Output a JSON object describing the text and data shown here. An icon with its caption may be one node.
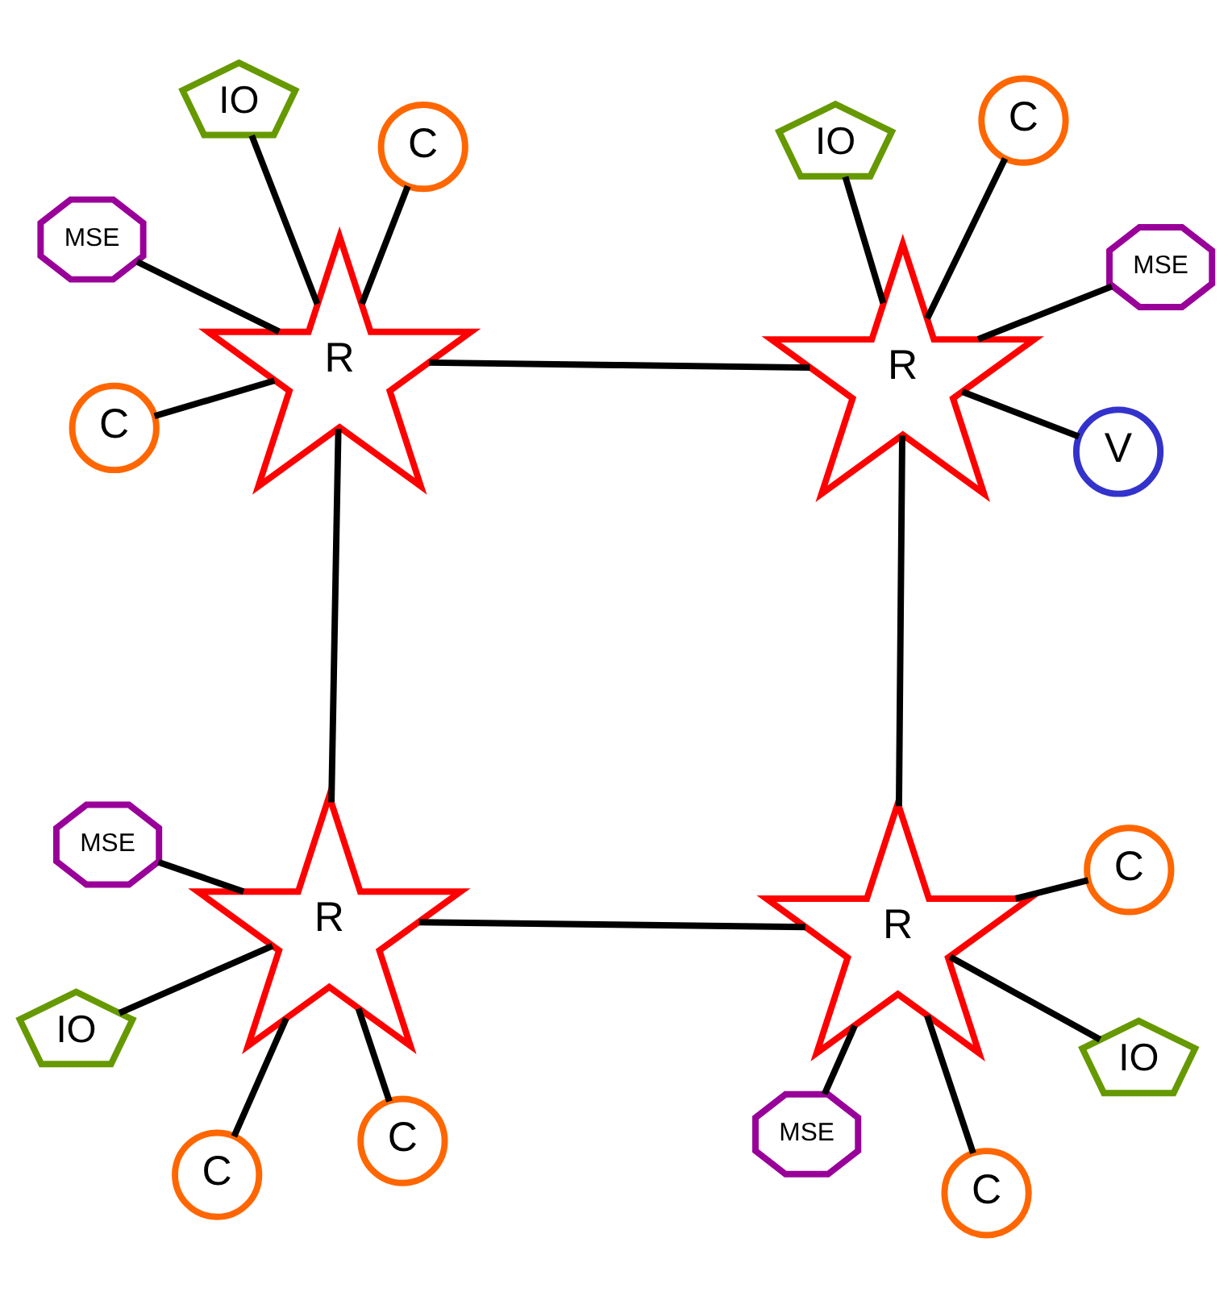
{
  "diagram": {
    "nodes": [
      {
        "text": [
          "MSE"
        ]
      },
      {
        "text": [
          "IO"
        ]
      },
      {
        "text": [
          "IO"
        ]
      },
      {
        "text": [
          "MSE"
        ]
      },
      {
        "text": [
          "C"
        ]
      },
      {
        "text": [
          "R"
        ]
      },
      {
        "text": [
          "R"
        ]
      },
      {
        "text": [
          "C"
        ]
      },
      {
        "text": [
          "C"
        ]
      },
      {
        "text": [
          "C"
        ]
      },
      {
        "text": [
          "V"
        ]
      },
      {
        "text": [
          "C"
        ]
      },
      {
        "text": [
          "C"
        ]
      },
      {
        "text": [
          "R"
        ]
      },
      {
        "text": [
          "R"
        ]
      },
      {
        "text": [
          "C"
        ]
      },
      {
        "text": [
          "MSE"
        ]
      },
      {
        "text": [
          "IO"
        ]
      },
      {
        "text": [
          "IO"
        ]
      },
      {
        "text": [
          "MSE"
        ]
      }
    ],
    "edges": [
      {
        "from": 5,
        "to": 6,
        "arrow": "none"
      },
      {
        "from": 5,
        "to": 13,
        "arrow": "none"
      },
      {
        "from": 6,
        "to": 14,
        "arrow": "none"
      },
      {
        "from": 13,
        "to": 14,
        "arrow": "none"
      },
      {
        "from": 5,
        "to": 0,
        "arrow": "none"
      },
      {
        "from": 5,
        "to": 1,
        "arrow": "none"
      },
      {
        "from": 5,
        "to": 4,
        "arrow": "none"
      },
      {
        "from": 5,
        "to": 8,
        "arrow": "none"
      },
      {
        "from": 6,
        "to": 2,
        "arrow": "none"
      },
      {
        "from": 6,
        "to": 3,
        "arrow": "none"
      },
      {
        "from": 6,
        "to": 7,
        "arrow": "none"
      },
      {
        "from": 6,
        "to": 9,
        "arrow": "none"
      },
      {
        "from": 13,
        "to": 10,
        "arrow": "none"
      },
      {
        "from": 13,
        "to": 12,
        "arrow": "none"
      },
      {
        "from": 13,
        "to": 16,
        "arrow": "none"
      },
      {
        "from": 13,
        "to": 17,
        "arrow": "none"
      },
      {
        "from": 14,
        "to": 11,
        "arrow": "none"
      },
      {
        "from": 14,
        "to": 15,
        "arrow": "none"
      },
      {
        "from": 14,
        "to": 19,
        "arrow": "none"
      },
      {
        "from": 14,
        "to": 18,
        "arrow": "none"
      }
    ]
  }
}
